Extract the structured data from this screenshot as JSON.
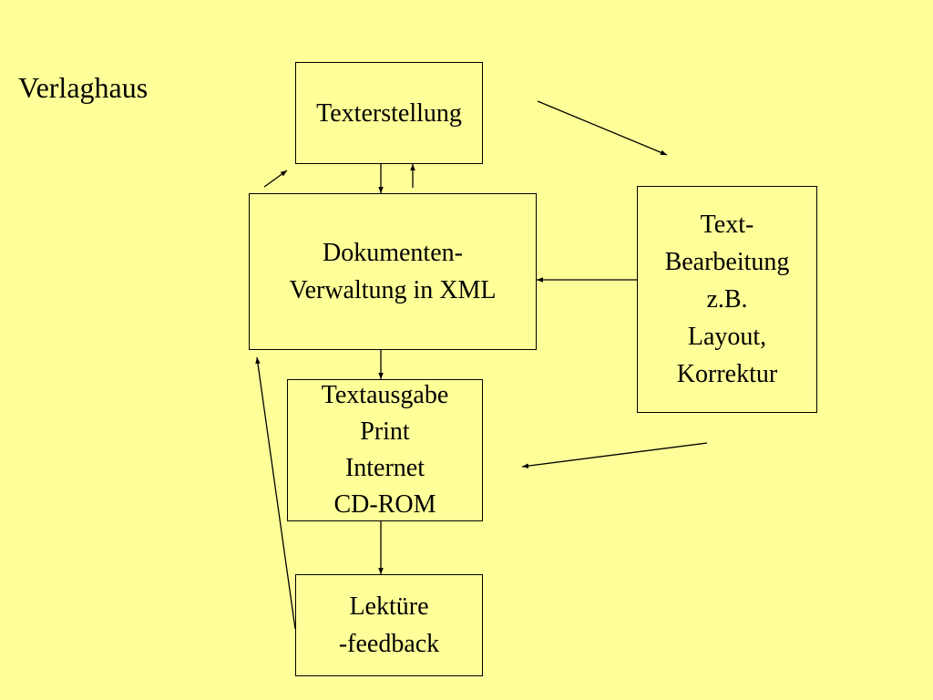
{
  "title": "Verlaghaus",
  "colors": {
    "background": "#FFFF99",
    "stroke": "#000000"
  },
  "boxes": {
    "texterstellung": {
      "lines": [
        "Texterstellung"
      ]
    },
    "dokumenten": {
      "lines": [
        "Dokumenten-",
        "Verwaltung in XML"
      ]
    },
    "bearbeitung": {
      "lines": [
        "Text-",
        "Bearbeitung",
        "z.B.",
        "Layout,",
        "Korrektur"
      ]
    },
    "textausgabe": {
      "lines": [
        "Textausgabe",
        "Print",
        "Internet",
        "CD-ROM"
      ]
    },
    "lektuere": {
      "lines": [
        "Lektüre",
        "-feedback"
      ]
    }
  }
}
